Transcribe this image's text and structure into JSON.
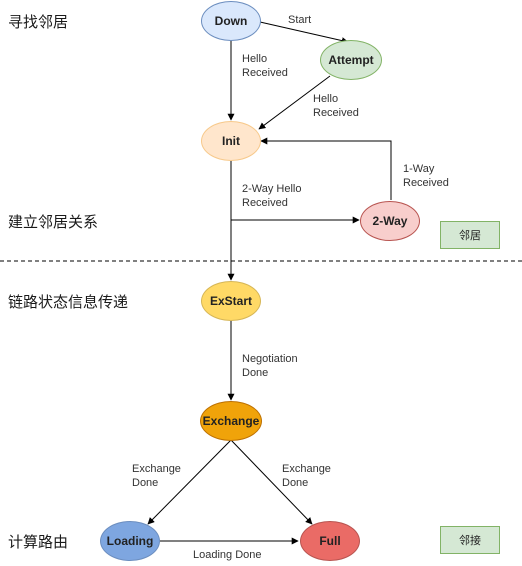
{
  "sections": {
    "find_neighbor": "寻找邻居",
    "build_relation": "建立邻居关系",
    "exchange_lsdb": "链路状态信息传递",
    "compute_route": "计算路由"
  },
  "states": {
    "down": "Down",
    "attempt": "Attempt",
    "init": "Init",
    "two_way": "2-Way",
    "exstart": "ExStart",
    "exchange": "Exchange",
    "loading": "Loading",
    "full": "Full"
  },
  "edges": {
    "start": "Start",
    "hello_received_1": [
      "Hello",
      "Received"
    ],
    "hello_received_2": [
      "Hello",
      "Received"
    ],
    "two_way_hello": [
      "2-Way Hello",
      "Received"
    ],
    "one_way": [
      "1-Way",
      "Received"
    ],
    "negotiation_done": [
      "Negotiation",
      "Done"
    ],
    "exchange_done_left": [
      "Exchange",
      "Done"
    ],
    "exchange_done_right": [
      "Exchange",
      "Done"
    ],
    "loading_done": "Loading Done"
  },
  "badges": {
    "neighbor": "邻居",
    "adjacency": "邻接"
  },
  "colors": {
    "down": "#dae8fc",
    "down_border": "#6c8ebf",
    "attempt": "#d5e8d4",
    "attempt_border": "#82b366",
    "init": "#ffe6cc",
    "init_border": "#f7c98b",
    "two_way": "#f8cecc",
    "two_way_border": "#b85450",
    "exstart": "#ffd966",
    "exstart_border": "#d6b656",
    "exchange": "#f0a30a",
    "exchange_border": "#bd7000",
    "loading": "#7ea6e0",
    "loading_border": "#6c8ebf",
    "full": "#ea6b66",
    "full_border": "#b85450"
  }
}
